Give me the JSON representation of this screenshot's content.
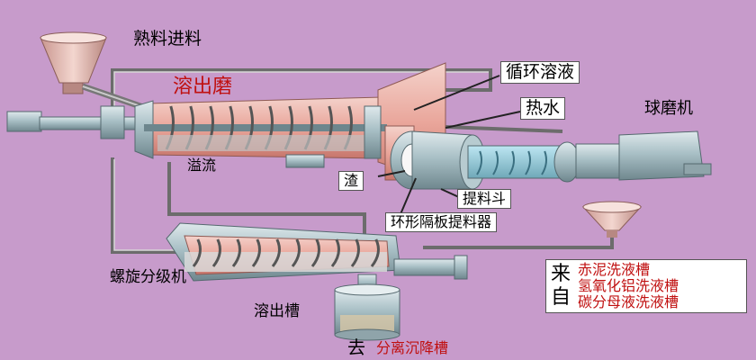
{
  "labels": {
    "feed": "熟料进料",
    "dissolution_mill": "溶出磨",
    "circulating_solution": "循环溶液",
    "hot_water": "热水",
    "ball_mill": "球磨机",
    "overflow": "溢流",
    "residue": "渣",
    "bucket": "提料斗",
    "ring_lifter": "环形隔板提料器",
    "spiral_classifier": "螺旋分级机",
    "dissolution_tank": "溶出槽",
    "go_to": "去",
    "separation_tank": "分离沉降槽",
    "come_from": "来自",
    "source_1": "赤泥洗液槽",
    "source_2": "氢氧化铝洗液槽",
    "source_3": "碳分母液洗液槽"
  },
  "colors": {
    "background": "#c79bcb",
    "equipment": "#9fb8c0",
    "pipe": "#707070",
    "hot": "#e9a59a",
    "highlight_text": "#c01010"
  }
}
